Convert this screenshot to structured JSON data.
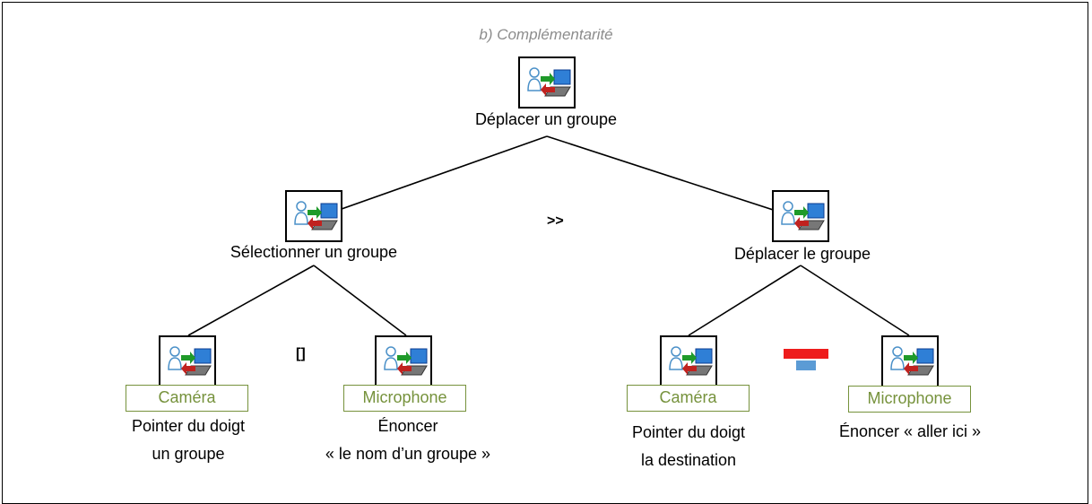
{
  "title": "b) Complémentarité",
  "root": {
    "label": "Déplacer un groupe",
    "icon": "user-computer-interaction-icon"
  },
  "left": {
    "label": "Sélectionner un groupe",
    "icon": "user-computer-interaction-icon",
    "operator": "[]",
    "children": [
      {
        "device": "Caméra",
        "line1": "Pointer du doigt",
        "line2": "un groupe",
        "icon": "user-computer-interaction-icon"
      },
      {
        "device": "Microphone",
        "line1": "Énoncer",
        "line2": "« le nom d’un groupe »",
        "icon": "user-computer-interaction-icon"
      }
    ]
  },
  "sequence_operator": ">>",
  "right": {
    "label": "Déplacer le groupe",
    "icon": "user-computer-interaction-icon",
    "operator_icon": "equivalence-operator-icon",
    "operator_colors": {
      "top": "#ee1c1c",
      "bottom": "#5b9bd5"
    },
    "children": [
      {
        "device": "Caméra",
        "line1": "Pointer du doigt",
        "line2": "la destination",
        "icon": "user-computer-interaction-icon"
      },
      {
        "device": "Microphone",
        "line1": "Énoncer « aller ici »",
        "line2": "",
        "icon": "user-computer-interaction-icon"
      }
    ]
  },
  "colors": {
    "device_border": "#76923c",
    "title": "#8c8c8c"
  }
}
